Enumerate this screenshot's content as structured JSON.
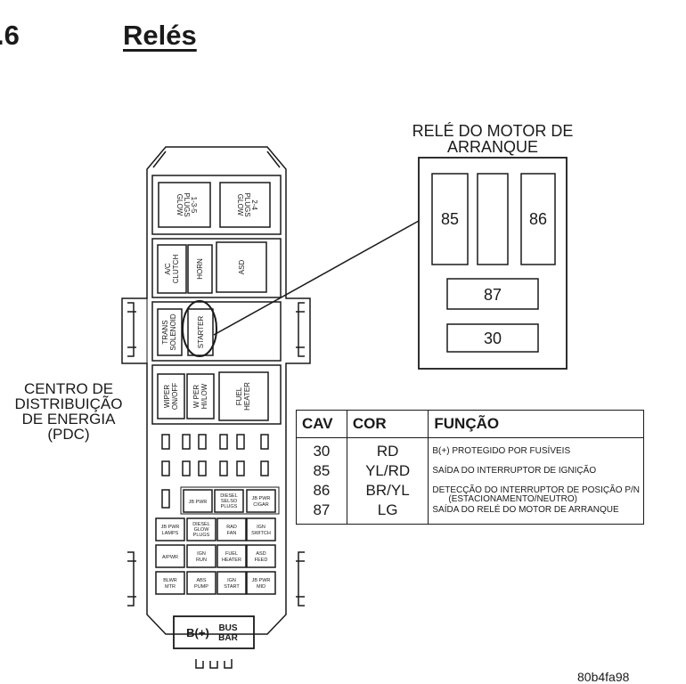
{
  "header": {
    "section_number": ".6",
    "section_title": "Relés"
  },
  "pdc_label": [
    "CENTRO DE",
    "DISTRIBUIÇÃO",
    "DE ENERGIA",
    "(PDC)"
  ],
  "relay_detail": {
    "title_line1": "RELÉ DO MOTOR DE",
    "title_line2": "ARRANQUE",
    "terminals": {
      "t85": "85",
      "t86": "86",
      "t87": "87",
      "t30": "30"
    }
  },
  "pdc_box": {
    "glow_plugs_1": [
      "GLOW",
      "PLUGS",
      "1-3-5"
    ],
    "glow_plugs_2": [
      "GLOW",
      "PLUGS",
      "2-4"
    ],
    "ac_clutch": [
      "A/C",
      "CLUTCH"
    ],
    "horn": "HORN",
    "asd": "ASD",
    "trans_solenoid": [
      "TRANS",
      "SOLENOID"
    ],
    "starter": "STARTER",
    "wiper_onoff": [
      "WIPER",
      "ON/OFF"
    ],
    "wiper_hilow": [
      "W PER",
      "HI/LOW"
    ],
    "fuel_heater": [
      "FUEL",
      "HEATER"
    ],
    "mini_relays": [
      [
        "JB PWR"
      ],
      [
        "DIESEL",
        "SELSO",
        "PLUGS"
      ],
      [
        "JB PWR",
        "CIGAR"
      ],
      [
        "JB PWR",
        "LAMPS"
      ],
      [
        "DIESEL",
        "GLOW",
        "PLUGS"
      ],
      [
        "RAD",
        "FAN"
      ],
      [
        "IGN",
        "SWITCH"
      ],
      [
        "A/PWR"
      ],
      [
        "IGN",
        "RUN"
      ],
      [
        "FUEL",
        "HEATER"
      ],
      [
        "ASD",
        "FEED"
      ],
      [
        "BLWR",
        "MTR"
      ],
      [
        "ABS",
        "PUMP"
      ],
      [
        "IGN",
        "START"
      ],
      [
        "JB PWR",
        "MID"
      ]
    ],
    "bus_bar": {
      "b_plus": "B(+)",
      "bus": "BUS",
      "bar": "BAR"
    }
  },
  "table": {
    "headers": {
      "cav": "CAV",
      "cor": "COR",
      "funcao": "FUNÇÃO"
    },
    "rows": [
      {
        "cav": "30",
        "cor": "RD",
        "funcao": "B(+) PROTEGIDO POR FUSÍVEIS"
      },
      {
        "cav": "85",
        "cor": "YL/RD",
        "funcao": "SAÍDA DO INTERRUPTOR DE IGNIÇÃO"
      },
      {
        "cav": "86",
        "cor": "BR/YL",
        "funcao": "DETECÇÃO DO INTERRUPTOR DE POSIÇÃO P/N",
        "funcao_2": "(ESTACIONAMENTO/NEUTRO)"
      },
      {
        "cav": "87",
        "cor": "LG",
        "funcao": "SAÍDA DO RELÉ DO MOTOR DE ARRANQUE"
      }
    ]
  },
  "figure_id": "80b4fa98"
}
